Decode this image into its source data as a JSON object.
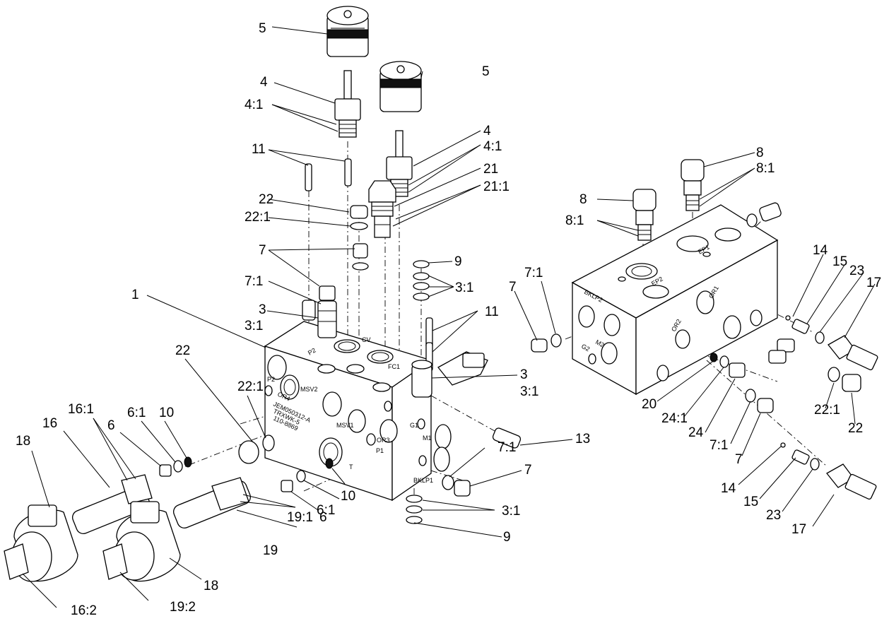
{
  "callouts": {
    "c1": "1",
    "c3a": "3",
    "c3_1a": "3:1",
    "c3b": "3",
    "c3_1b": "3:1",
    "c3_1c": "3:1",
    "c3_1d": "3:1",
    "c4a": "4",
    "c4_1a": "4:1",
    "c4b": "4",
    "c4_1b": "4:1",
    "c5a": "5",
    "c5b": "5",
    "c6a": "6",
    "c6_1a": "6:1",
    "c6b": "6",
    "c6_1b": "6:1",
    "c7a": "7",
    "c7_1a": "7:1",
    "c7b": "7",
    "c7_1b": "7:1",
    "c7c": "7",
    "c7_1c": "7:1",
    "c7d": "7",
    "c7_1d": "7:1",
    "c8a": "8",
    "c8_1a": "8:1",
    "c8b": "8",
    "c8_1b": "8:1",
    "c9a": "9",
    "c9b": "9",
    "c10a": "10",
    "c10b": "10",
    "c11a": "11",
    "c11b": "11",
    "c13": "13",
    "c14a": "14",
    "c14b": "14",
    "c15a": "15",
    "c15b": "15",
    "c16": "16",
    "c16_1": "16:1",
    "c16_2": "16:2",
    "c17a": "17",
    "c17b": "17",
    "c18a": "18",
    "c18b": "18",
    "c19": "19",
    "c19_1": "19:1",
    "c19_2": "19:2",
    "c20": "20",
    "c21": "21",
    "c21_1": "21:1",
    "c22a": "22",
    "c22_1a": "22:1",
    "c22b": "22",
    "c22_1b": "22:1",
    "c22c": "22",
    "c22_1c": "22:1",
    "c23a": "23",
    "c23b": "23",
    "c24": "24",
    "c24_1": "24:1"
  },
  "block_markings": {
    "main": {
      "P2": "P2",
      "P2b": "P2",
      "MSV2": "MSV2",
      "MSV1": "MSV1",
      "CV": "CV",
      "FC1": "FC1",
      "G1": "G1",
      "M1": "M1",
      "P1": "P1",
      "OR3": "OR3",
      "T": "T",
      "BKLP1": "BKLP1",
      "OR4": "OR4",
      "serial1": "JEM050312-A",
      "serial2": "TRXWK-5",
      "serial3": "110-8869"
    },
    "aux": {
      "EP1": "EP1",
      "EP2": "EP2",
      "BKLP2": "BKLP2",
      "G2": "G2",
      "M2": "M2",
      "OR1": "OR1",
      "OR2": "OR2"
    }
  }
}
